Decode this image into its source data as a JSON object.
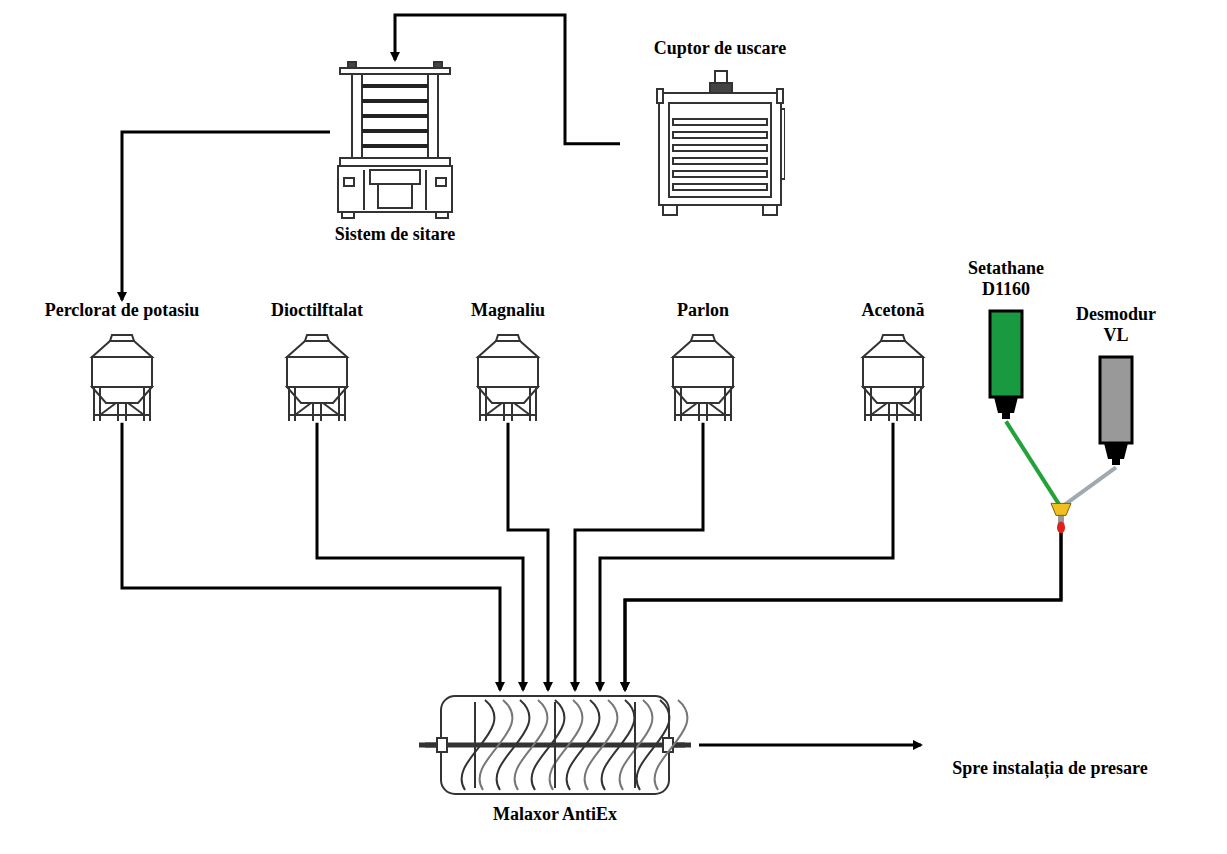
{
  "diagram": {
    "nodes": [
      {
        "text": [
          "Cuptor de uscare"
        ]
      },
      {
        "text": [
          "Sistem de sitare"
        ]
      },
      {
        "text": [
          "Perclorat de potasiu"
        ]
      },
      {
        "text": [
          "Dioctilftalat"
        ]
      },
      {
        "text": [
          "Magnaliu"
        ]
      },
      {
        "text": [
          "Parlon"
        ]
      },
      {
        "text": [
          "Acetonă"
        ]
      },
      {
        "text": [
          "Setathane D1160"
        ]
      },
      {
        "text": [
          "Desmodur VL"
        ]
      },
      {
        "text": [
          "Malaxor AntiEx"
        ]
      },
      {
        "text": [
          "Spre instalația de presare"
        ]
      }
    ],
    "edges": [
      {
        "from": 0,
        "to": 1,
        "arrow": "to"
      },
      {
        "from": 1,
        "to": 2,
        "arrow": "to"
      },
      {
        "from": 2,
        "to": 9,
        "arrow": "to"
      },
      {
        "from": 3,
        "to": 9,
        "arrow": "to"
      },
      {
        "from": 4,
        "to": 9,
        "arrow": "to"
      },
      {
        "from": 5,
        "to": 9,
        "arrow": "to"
      },
      {
        "from": 6,
        "to": 9,
        "arrow": "to"
      },
      {
        "from": 7,
        "to": 9,
        "arrow": "to"
      },
      {
        "from": 8,
        "to": 9,
        "arrow": "to"
      },
      {
        "from": 9,
        "to": 10,
        "arrow": "to"
      }
    ]
  }
}
